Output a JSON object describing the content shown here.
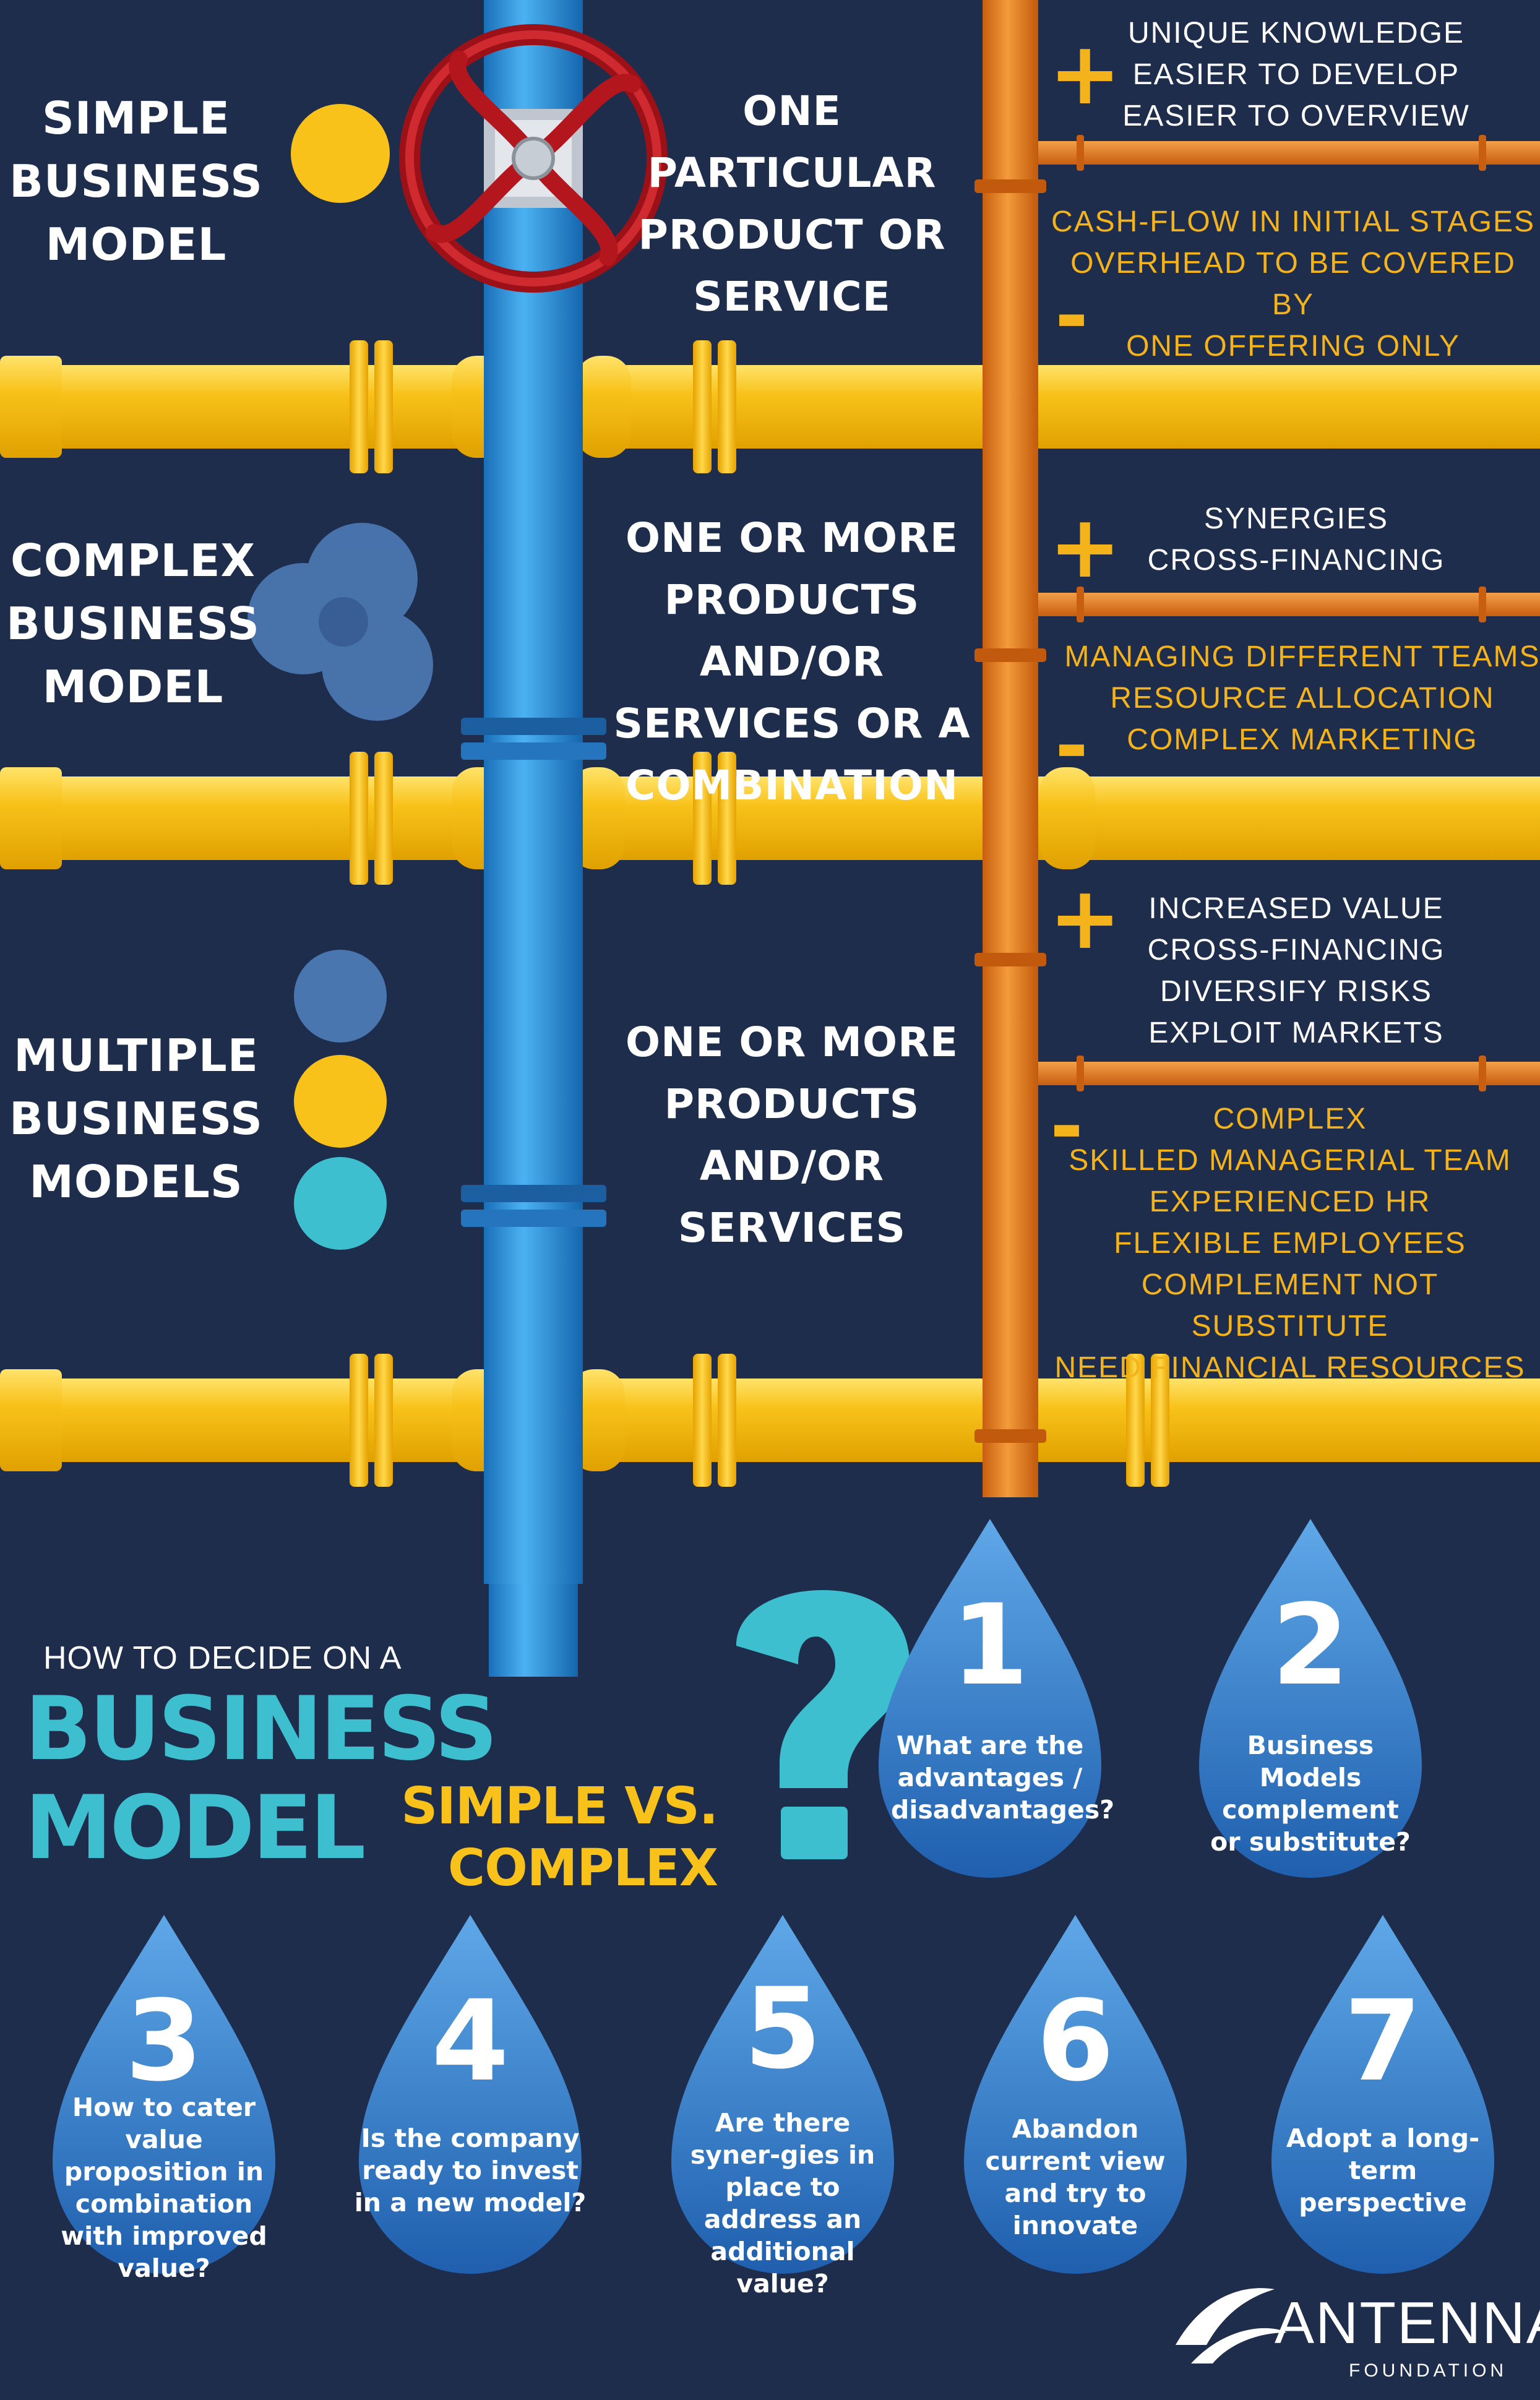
{
  "sections": [
    {
      "model": "SIMPLE BUSINESS MODEL",
      "offering": "ONE PARTICULAR PRODUCT OR SERVICE",
      "plus_sign": "+",
      "pros": [
        "UNIQUE KNOWLEDGE",
        "EASIER TO DEVELOP",
        "EASIER TO OVERVIEW"
      ],
      "minus_sign": "-",
      "cons": [
        "CASH-FLOW IN INITIAL STAGES",
        "OVERHEAD TO BE COVERED BY",
        "ONE OFFERING ONLY"
      ]
    },
    {
      "model": "COMPLEX BUSINESS MODEL",
      "offering": "ONE OR MORE PRODUCTS AND/OR SERVICES OR A COMBINATION",
      "plus_sign": "+",
      "pros": [
        "SYNERGIES",
        "CROSS-FINANCING"
      ],
      "minus_sign": "-",
      "cons": [
        "MANAGING DIFFERENT TEAMS",
        "RESOURCE ALLOCATION",
        "COMPLEX MARKETING"
      ]
    },
    {
      "model": "MULTIPLE BUSINESS MODELS",
      "offering": "ONE OR MORE PRODUCTS AND/OR SERVICES",
      "plus_sign": "+",
      "pros": [
        "INCREASED VALUE",
        "CROSS-FINANCING",
        "DIVERSIFY RISKS",
        "EXPLOIT MARKETS"
      ],
      "minus_sign": "-",
      "cons": [
        "COMPLEX",
        "SKILLED MANAGERIAL TEAM",
        "EXPERIENCED HR",
        "FLEXIBLE EMPLOYEES",
        "COMPLEMENT NOT SUBSTITUTE",
        "NEED FINANCIAL RESOURCES"
      ]
    }
  ],
  "heading": {
    "pre": "HOW TO DECIDE ON A",
    "main": "BUSINESS MODEL",
    "sub": "SIMPLE VS. COMPLEX",
    "mark": "?"
  },
  "questions": [
    {
      "num": "1",
      "text": "What are the advantages / disadvantages?"
    },
    {
      "num": "2",
      "text": "Business Models complement or substitute?"
    },
    {
      "num": "3",
      "text": "How to cater value proposition in combination with improved value?"
    },
    {
      "num": "4",
      "text": "Is the company ready to invest in a new model?"
    },
    {
      "num": "5",
      "text": "Are there syner-gies in place to address an additional value?"
    },
    {
      "num": "6",
      "text": "Abandon current view and try to innovate"
    },
    {
      "num": "7",
      "text": "Adopt a long-term perspective"
    }
  ],
  "brand": {
    "name": "ANTENNA",
    "tagline": "FOUNDATION"
  },
  "colors": {
    "background": "#1f2d4d",
    "yellow_pipe": "#f8c21a",
    "blue_pipe": "#2a8bd6",
    "orange_pipe": "#e37a1f",
    "valve": "#b3161c",
    "accent_yellow": "#f5b31b",
    "accent_teal": "#3dbfcf",
    "drop_blue": "#2f74c1"
  },
  "icons": [
    "valve-wheel-icon",
    "yellow-dot-icon",
    "overlapping-circles-icon",
    "three-dots-icon",
    "water-drop-icon",
    "antenna-logo-icon"
  ]
}
